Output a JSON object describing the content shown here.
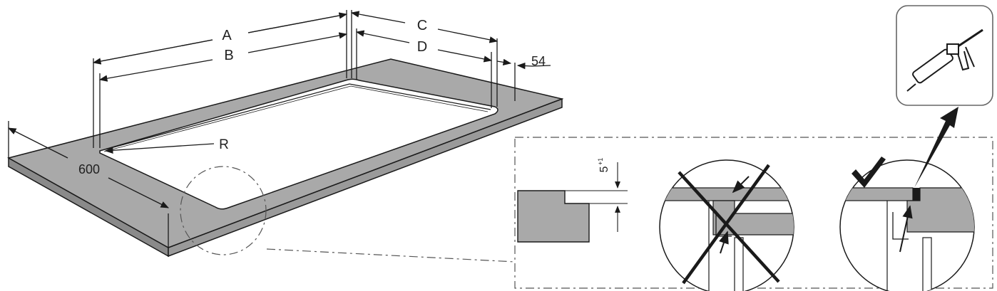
{
  "labels": {
    "dim_a": "A",
    "dim_b": "B",
    "dim_c": "C",
    "dim_d": "D",
    "dim_54": "54",
    "dim_600": "600",
    "radius": "R",
    "step": "5"
  },
  "colors": {
    "panel": "#a9a9a9",
    "panel_dark": "#8a8a8a",
    "line": "#1a1a1a",
    "background": "#ffffff"
  },
  "icons": {
    "sealant": "caulking-gun-icon",
    "correct": "check-mark-icon",
    "wrong": "cross-mark-icon"
  }
}
